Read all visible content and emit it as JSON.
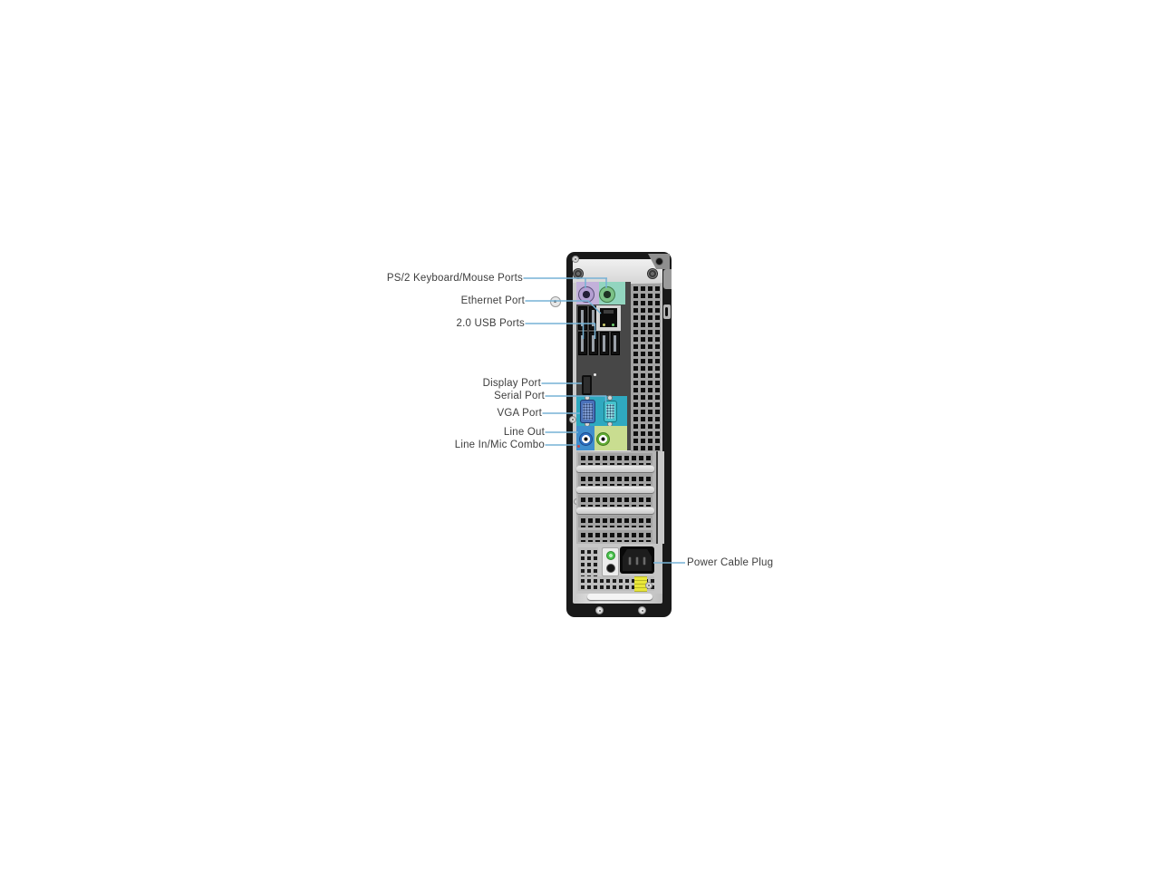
{
  "figure": {
    "type": "hardware-rear-panel-diagram",
    "subject": "Desktop computer tower rear view with port callouts",
    "port_labels": [
      {
        "id": "ps2",
        "text": "PS/2 Keyboard/Mouse Ports"
      },
      {
        "id": "ethernet",
        "text": "Ethernet Port"
      },
      {
        "id": "usb",
        "text": "2.0 USB Ports"
      },
      {
        "id": "display",
        "text": "Display Port"
      },
      {
        "id": "serial",
        "text": "Serial Port"
      },
      {
        "id": "vga",
        "text": "VGA Port"
      },
      {
        "id": "lineout",
        "text": "Line Out"
      },
      {
        "id": "linein",
        "text": "Line In/Mic Combo"
      },
      {
        "id": "power",
        "text": "Power Cable Plug"
      }
    ],
    "colors": {
      "leader_line": "#76b2d5",
      "label_text": "#3d3d3d",
      "chassis_frame": "#191919",
      "panel_metal": "#d9d9d9",
      "ps2_keyboard_panel": "#c3b1da",
      "ps2_mouse_panel": "#92d5bf",
      "serial_vga_panel": "#2fa9c0",
      "vga_connector": "#4a71ba",
      "serial_connector": "#45c2cd",
      "line_in_panel": "#3f8ecd",
      "line_out_panel": "#c9dd90",
      "power_led": "#49c24c",
      "service_sticker": "#e9e73a"
    }
  }
}
